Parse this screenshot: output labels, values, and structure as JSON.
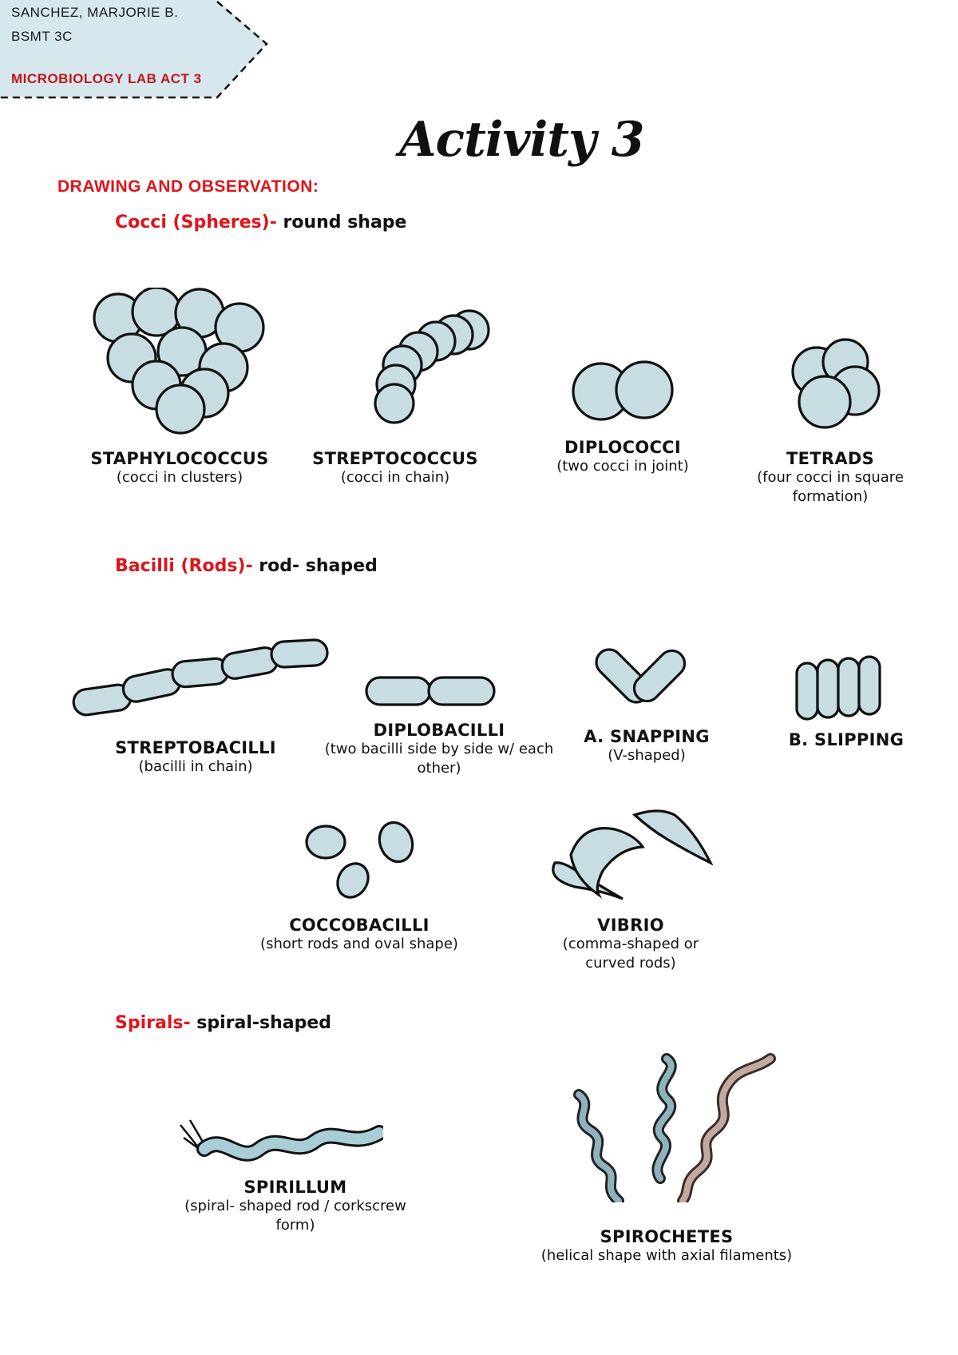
{
  "header": {
    "name": "SANCHEZ, MARJORIE B.",
    "section": "BSMT 3C",
    "activity_label": "MICROBIOLOGY LAB ACT 3"
  },
  "title": "Activity 3",
  "heading": "DRAWING AND OBSERVATION:",
  "cocci": {
    "title": "Cocci (Spheres)-",
    "subtitle": "round shape",
    "items": [
      {
        "name": "STAPHYLOCOCCUS",
        "desc": "(cocci in clusters)"
      },
      {
        "name": "STREPTOCOCCUS",
        "desc": "(cocci in chain)"
      },
      {
        "name": "DIPLOCOCCI",
        "desc": "(two cocci in joint)"
      },
      {
        "name": "TETRADS",
        "desc": "(four cocci in square formation)"
      }
    ]
  },
  "bacilli": {
    "title": "Bacilli (Rods)-",
    "subtitle": "rod- shaped",
    "items": [
      {
        "name": "STREPTOBACILLI",
        "desc": "(bacilli in chain)"
      },
      {
        "name": "DIPLOBACILLI",
        "desc": "(two bacilli side by side w/ each other)"
      },
      {
        "name": "A. SNAPPING",
        "desc": "(V-shaped)"
      },
      {
        "name": "B. SLIPPING",
        "desc": ""
      },
      {
        "name": "COCCOBACILLI",
        "desc": "(short rods and oval shape)"
      },
      {
        "name": "VIBRIO",
        "desc": "(comma-shaped or curved rods)"
      }
    ]
  },
  "spirals": {
    "title": "Spirals-",
    "subtitle": "spiral-shaped",
    "items": [
      {
        "name": "SPIRILLUM",
        "desc": "(spiral- shaped rod / corkscrew form)"
      },
      {
        "name": "SPIROCHETES",
        "desc": "(helical shape with axial filaments)"
      }
    ]
  },
  "colors": {
    "accent_red": "#e0141b",
    "cell_fill": "#c7dde2",
    "tag_fill": "#d7e7ee"
  }
}
